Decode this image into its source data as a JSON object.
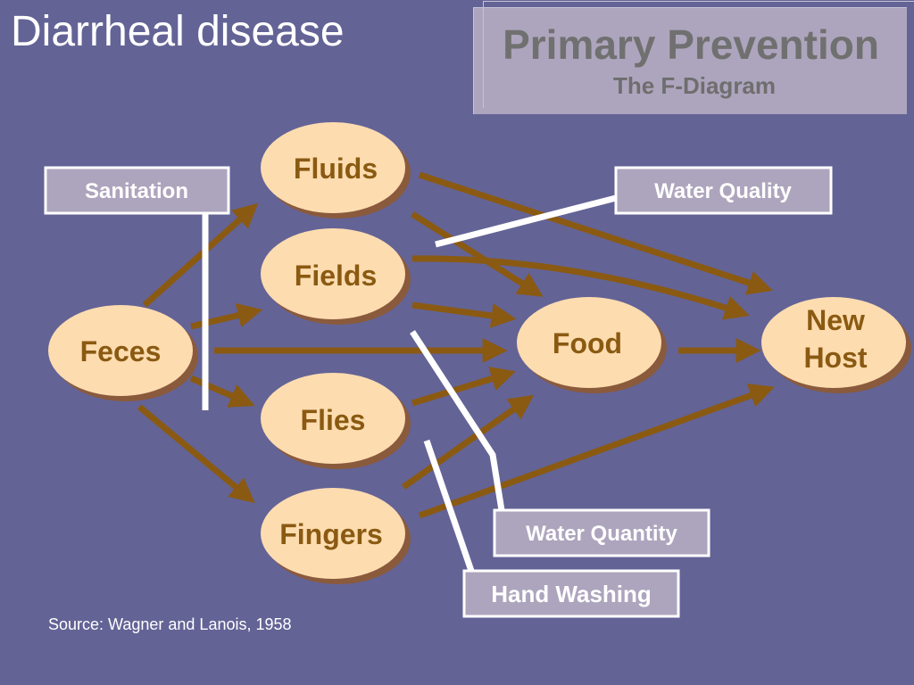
{
  "slide": {
    "title": "Diarrheal disease",
    "source": "Source: Wagner and Lanois, 1958"
  },
  "header_box": {
    "title": "Primary Prevention",
    "subtitle": "The F-Diagram"
  },
  "nodes": {
    "feces": "Feces",
    "fluids": "Fluids",
    "fields": "Fields",
    "flies": "Flies",
    "fingers": "Fingers",
    "food": "Food",
    "new_host_line1": "New",
    "new_host_line2": "Host"
  },
  "barriers": {
    "sanitation": "Sanitation",
    "water_quality": "Water Quality",
    "water_quantity": "Water Quantity",
    "hand_washing": "Hand Washing"
  },
  "colors": {
    "background": "#636396",
    "node_fill": "#fddcb0",
    "node_shadow": "#8a5a3c",
    "arrow": "#8a5a12",
    "barrier_box": "#ada5bd"
  }
}
